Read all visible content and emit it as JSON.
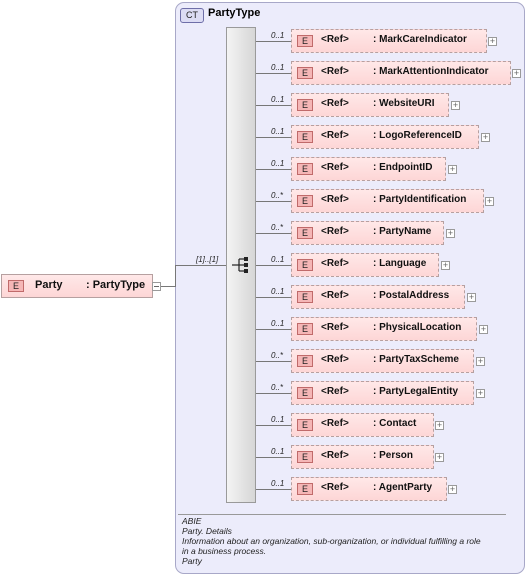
{
  "complex_type": {
    "badge": "CT",
    "name": "PartyType"
  },
  "root_element": {
    "badge": "E",
    "name": "Party",
    "type": ": PartyType"
  },
  "sequence": {
    "cardinality": "[1]..[1]"
  },
  "elements": [
    {
      "badge": "E",
      "ref": "<Ref>",
      "name": ": MarkCareIndicator",
      "mult": "0..1"
    },
    {
      "badge": "E",
      "ref": "<Ref>",
      "name": ": MarkAttentionIndicator",
      "mult": "0..1"
    },
    {
      "badge": "E",
      "ref": "<Ref>",
      "name": ": WebsiteURI",
      "mult": "0..1"
    },
    {
      "badge": "E",
      "ref": "<Ref>",
      "name": ": LogoReferenceID",
      "mult": "0..1"
    },
    {
      "badge": "E",
      "ref": "<Ref>",
      "name": ": EndpointID",
      "mult": "0..1"
    },
    {
      "badge": "E",
      "ref": "<Ref>",
      "name": ": PartyIdentification",
      "mult": "0..*"
    },
    {
      "badge": "E",
      "ref": "<Ref>",
      "name": ": PartyName",
      "mult": "0..*"
    },
    {
      "badge": "E",
      "ref": "<Ref>",
      "name": ": Language",
      "mult": "0..1"
    },
    {
      "badge": "E",
      "ref": "<Ref>",
      "name": ": PostalAddress",
      "mult": "0..1"
    },
    {
      "badge": "E",
      "ref": "<Ref>",
      "name": ": PhysicalLocation",
      "mult": "0..1"
    },
    {
      "badge": "E",
      "ref": "<Ref>",
      "name": ": PartyTaxScheme",
      "mult": "0..*"
    },
    {
      "badge": "E",
      "ref": "<Ref>",
      "name": ": PartyLegalEntity",
      "mult": "0..*"
    },
    {
      "badge": "E",
      "ref": "<Ref>",
      "name": ": Contact",
      "mult": "0..1"
    },
    {
      "badge": "E",
      "ref": "<Ref>",
      "name": ": Person",
      "mult": "0..1"
    },
    {
      "badge": "E",
      "ref": "<Ref>",
      "name": ": AgentParty",
      "mult": "0..1"
    }
  ],
  "documentation": {
    "line1": "ABIE",
    "line2": "Party. Details",
    "line3": "Information about an organization, sub-organization, or individual fulfilling a role",
    "line4": "in a business process.",
    "line5": "Party"
  },
  "colors": {
    "panel_bg": "#ececfb",
    "element_fill": "#fdd6d6",
    "element_badge": "#f5b6b6",
    "ct_badge": "#dcdcf4"
  }
}
